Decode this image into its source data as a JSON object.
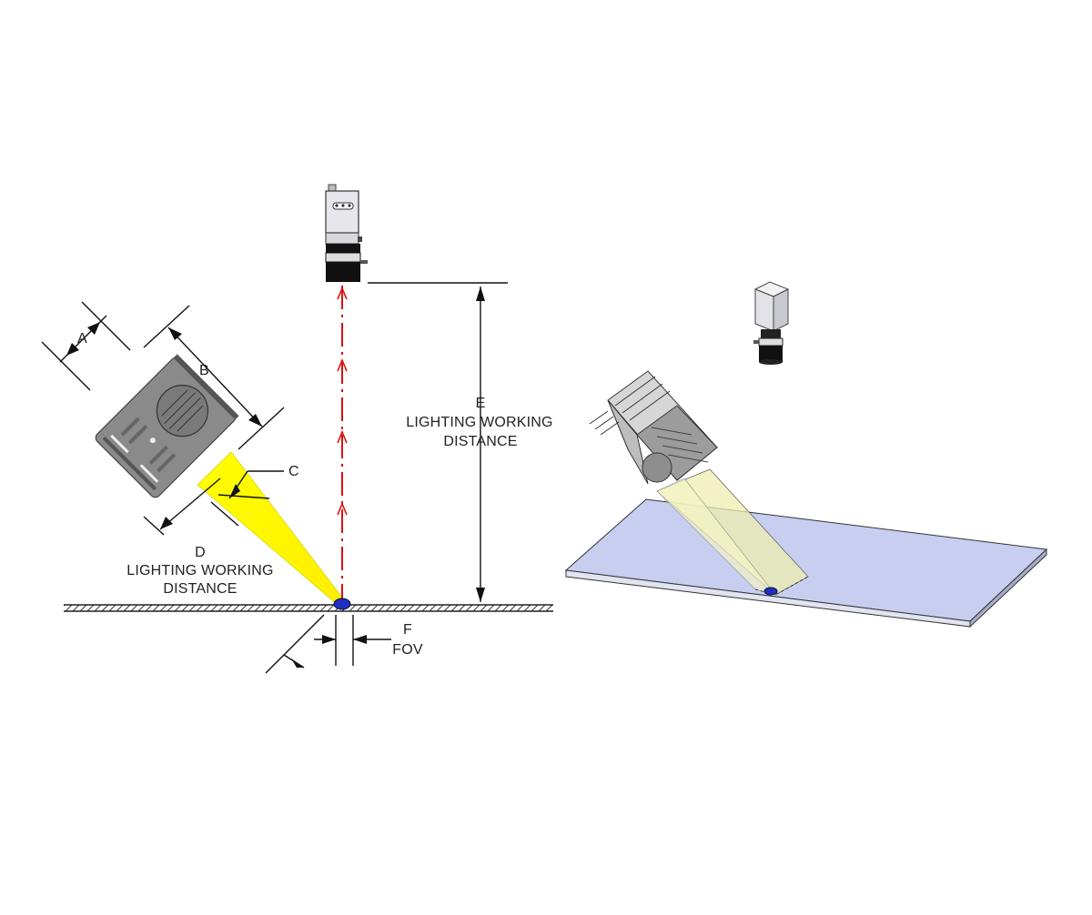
{
  "labels": {
    "a": "A",
    "b": "B",
    "c": "C",
    "d": "D",
    "d_line1": "LIGHTING WORKING",
    "d_line2": "DISTANCE",
    "e": "E",
    "e_line1": "LIGHTING WORKING",
    "e_line2": "DISTANCE",
    "f": "F",
    "f_line2": "FOV"
  },
  "colors": {
    "light_beam": "#ffff00",
    "optical_axis": "#e01010",
    "target_part": "#1f2fc0",
    "light_housing": "#8a8a8a",
    "plate_3d": "#c8cef0",
    "beam_3d": "#eeeeb0"
  }
}
